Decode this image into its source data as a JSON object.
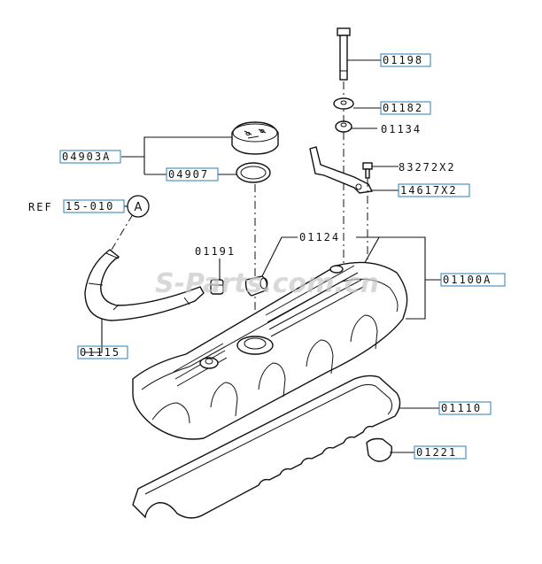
{
  "labels": {
    "p01198": "01198",
    "p01182": "01182",
    "p01134": "01134",
    "p83272": "83272X2",
    "p14617": "14617X2",
    "p04903a": "04903A",
    "p04907": "04907",
    "ref_prefix": "REF",
    "ref_code": "15-010",
    "circle_a": "A",
    "p01191": "01191",
    "p01124": "01124",
    "p01100a": "01100A",
    "p01115": "01115",
    "p01110": "01110",
    "p01221": "01221"
  },
  "watermark": "S-Parts.com.cn",
  "colors": {
    "label_box": "#2a7fb5",
    "line": "#111111"
  }
}
